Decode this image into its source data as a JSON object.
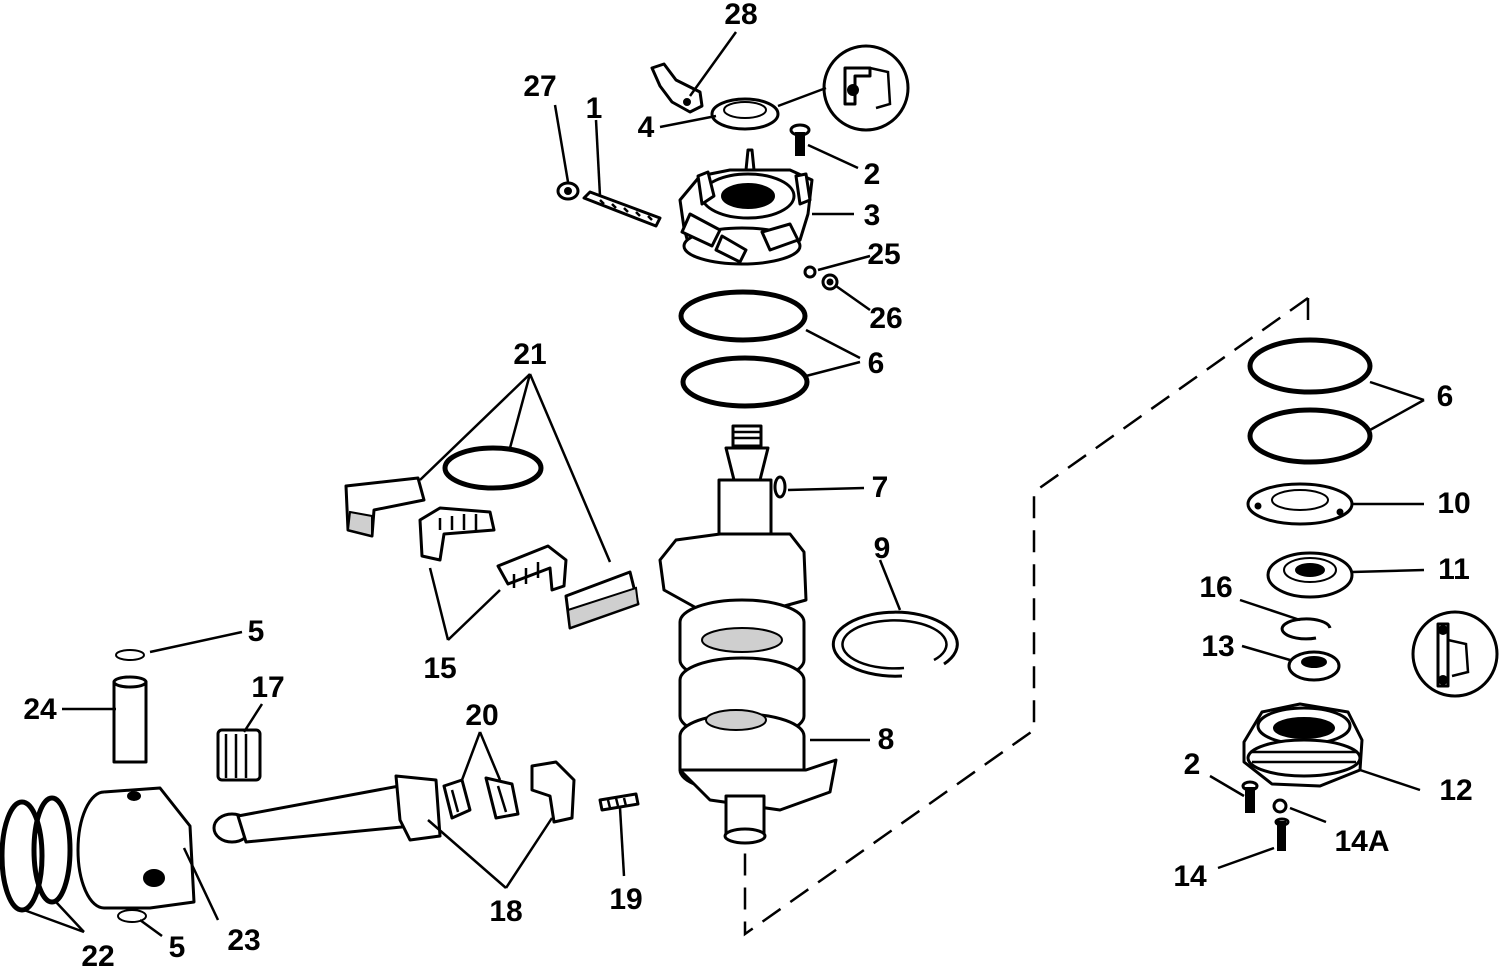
{
  "labels": {
    "p1": "1",
    "p2a": "2",
    "p2b": "2",
    "p3": "3",
    "p4": "4",
    "p5a": "5",
    "p5b": "5",
    "p6a": "6",
    "p6b": "6",
    "p7": "7",
    "p8": "8",
    "p9": "9",
    "p10": "10",
    "p11": "11",
    "p12": "12",
    "p13": "13",
    "p14": "14",
    "p14a": "14A",
    "p15": "15",
    "p16": "16",
    "p17": "17",
    "p18": "18",
    "p19": "19",
    "p20": "20",
    "p21": "21",
    "p22": "22",
    "p23": "23",
    "p24": "24",
    "p25": "25",
    "p26": "26",
    "p27": "27",
    "p28": "28"
  }
}
